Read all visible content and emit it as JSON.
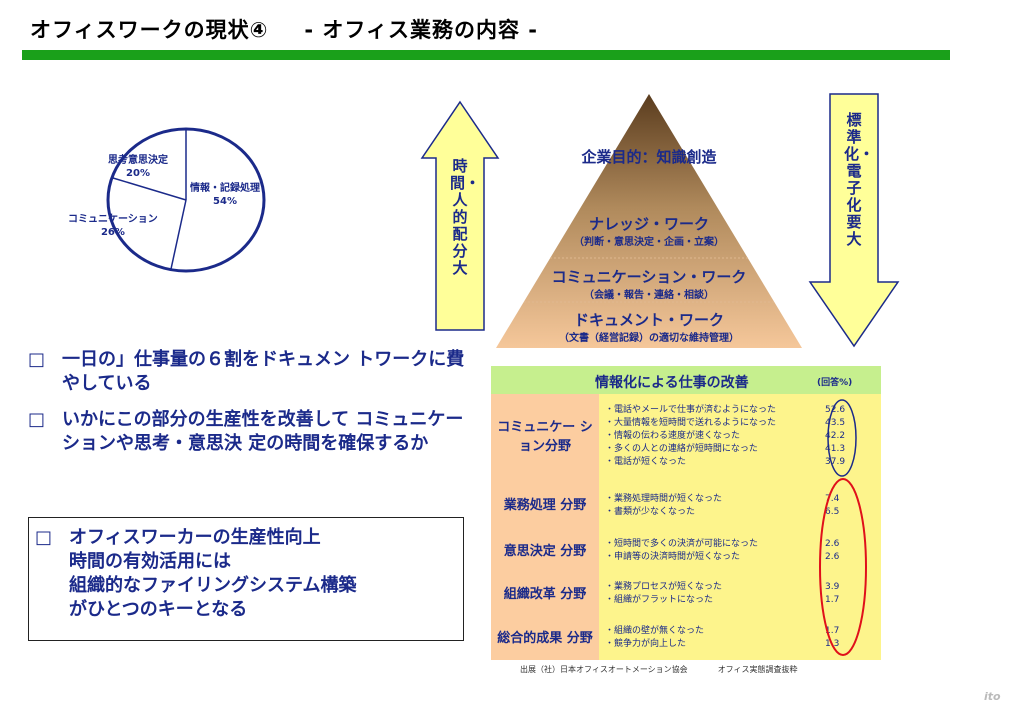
{
  "header": {
    "title": "オフィスワークの現状④",
    "subtitle": "- オフィス業務の内容 -"
  },
  "pie": {
    "slices": [
      {
        "label": "情報・記録処理",
        "value_text": "54%",
        "value": 54
      },
      {
        "label": "コミュニケーション",
        "value_text": "26%",
        "value": 26
      },
      {
        "label": "思考意思決定",
        "value_text": "20%",
        "value": 20
      }
    ]
  },
  "left_arrow": {
    "text": "時間・人的配分大"
  },
  "right_arrow": {
    "text": "標準化・電子化要大"
  },
  "pyramid": {
    "top": "企業目的：知識創造",
    "layers": [
      {
        "title": "ナレッジ・ワーク",
        "sub": "（判断・意思決定・企画・立案）"
      },
      {
        "title": "コミュニケーション・ワーク",
        "sub": "（会議・報告・連絡・相談）"
      },
      {
        "title": "ドキュメント・ワーク",
        "sub": "（文書（経営記録）の適切な維持管理）"
      }
    ]
  },
  "bullets": [
    {
      "mark": "□",
      "text": "一日の」仕事量の６割をドキュメン トワークに費やしている"
    },
    {
      "mark": "□",
      "text": "いかにこの部分の生産性を改善して コミュニケーションや思考・意思決 定の時間を確保するか"
    }
  ],
  "boxed_bullet": {
    "mark": "□",
    "lines": [
      "オフィスワーカーの生産性向上",
      "時間の有効活用には",
      "組織的なファイリングシステム構築",
      "がひとつのキーとなる"
    ]
  },
  "table": {
    "title": "情報化による仕事の改善",
    "unit": "(回答%)",
    "groups": [
      {
        "category": "コミュニケー ション分野",
        "items": [
          {
            "text": "・電話やメールで仕事が済むようになった",
            "value": "52.6"
          },
          {
            "text": "・大量情報を短時間で送れるようになった",
            "value": "43.5"
          },
          {
            "text": "・情報の伝わる速度が速くなった",
            "value": "42.2"
          },
          {
            "text": "・多くの人との連絡が短時間になった",
            "value": "41.3"
          },
          {
            "text": "・電話が短くなった",
            "value": "37.9"
          }
        ]
      },
      {
        "category": "業務処理 分野",
        "items": [
          {
            "text": "・業務処理時間が短くなった",
            "value": "7.4"
          },
          {
            "text": "・書類が少なくなった",
            "value": "6.5"
          }
        ]
      },
      {
        "category": "意思決定 分野",
        "items": [
          {
            "text": "・短時間で多くの決済が可能になった",
            "value": "2.6"
          },
          {
            "text": "・申請等の決済時間が短くなった",
            "value": "2.6"
          }
        ]
      },
      {
        "category": "組織改革 分野",
        "items": [
          {
            "text": "・業務プロセスが短くなった",
            "value": "3.9"
          },
          {
            "text": "・組織がフラットになった",
            "value": "1.7"
          }
        ]
      },
      {
        "category": "総合的成果 分野",
        "items": [
          {
            "text": "・組織の壁が無くなった",
            "value": "1.7"
          },
          {
            "text": "・競争力が向上した",
            "value": "1.3"
          }
        ]
      }
    ]
  },
  "source": {
    "left": "出展（社）日本オフィスオートメーション協会",
    "right": "オフィス実態調査抜粋"
  },
  "logo": "ito",
  "colors": {
    "rule": "#1aa01a",
    "text_blue": "#1b2a8a",
    "arrow_fill": "#ffff99",
    "table_header": "#c6ef8e",
    "table_category": "#fccda0",
    "table_items": "#fdf48c",
    "highlight_oval_blue": "#1b2a8a",
    "highlight_oval_red": "#e0101a"
  }
}
